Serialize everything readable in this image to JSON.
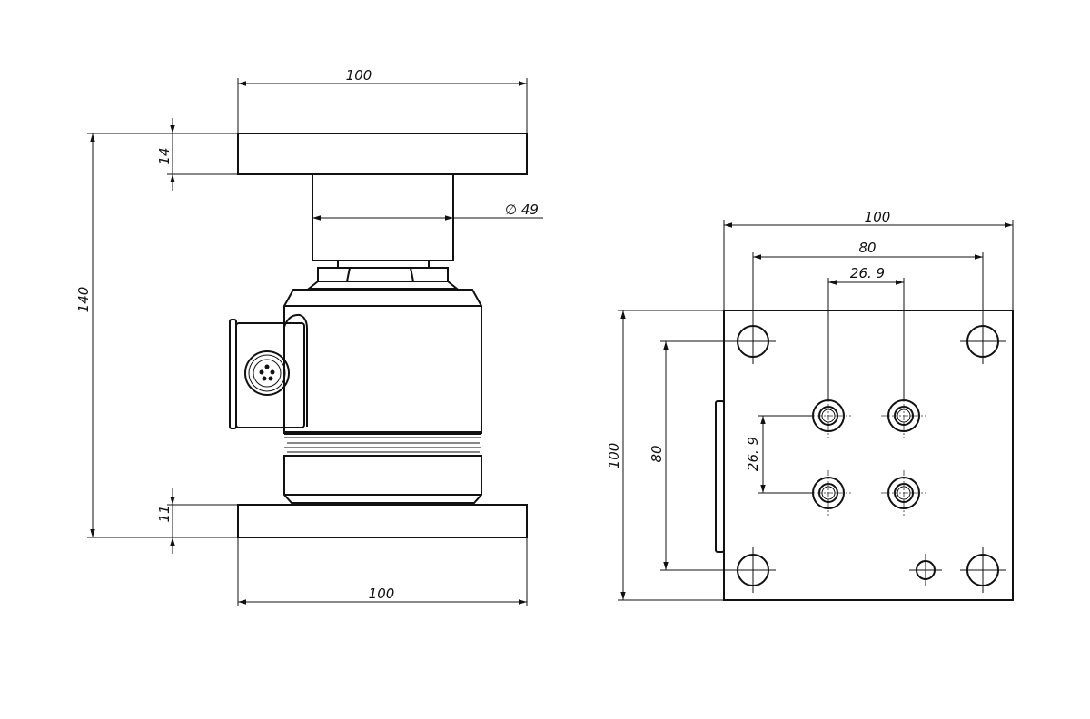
{
  "side_view": {
    "top_width": "100",
    "top_plate_thickness": "14",
    "column_diameter": "∅ 49",
    "total_height": "140",
    "bottom_plate_thickness": "11",
    "bottom_width": "100"
  },
  "top_view": {
    "plate_width": "100",
    "outer_hole_spacing_x": "80",
    "inner_hole_spacing_x": "26. 9",
    "plate_height": "100",
    "outer_hole_spacing_y": "80",
    "inner_hole_spacing_y": "26. 9"
  }
}
